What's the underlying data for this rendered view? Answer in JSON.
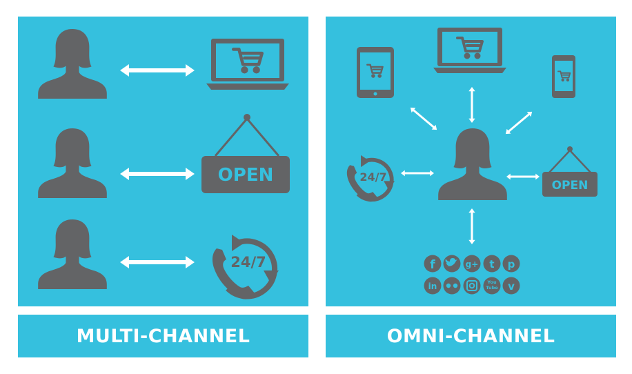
{
  "colors": {
    "panel": "#35c0de",
    "icon": "#636466",
    "arrow": "#ffffff",
    "background": "#ffffff"
  },
  "multi_channel": {
    "label": "MULTI-CHANNEL",
    "rows": [
      {
        "person": "person-icon",
        "channel": "laptop-cart-icon"
      },
      {
        "person": "person-icon",
        "channel": "open-sign-icon",
        "text": "OPEN"
      },
      {
        "person": "person-icon",
        "channel": "phone-24-7-icon",
        "text": "24/7"
      }
    ]
  },
  "omni_channel": {
    "label": "OMNI-CHANNEL",
    "channels": {
      "tablet": "tablet-cart-icon",
      "laptop": "laptop-cart-icon",
      "phone": "smartphone-cart-icon",
      "support": "phone-24-7-icon",
      "store": "open-sign-icon",
      "social": "social-media-icons"
    },
    "support_text": "24/7",
    "store_text": "OPEN",
    "social_icons": [
      "facebook-icon",
      "twitter-icon",
      "google-plus-icon",
      "tumblr-icon",
      "pinterest-icon",
      "linkedin-icon",
      "flickr-icon",
      "instagram-icon",
      "youtube-icon",
      "vimeo-icon"
    ]
  }
}
